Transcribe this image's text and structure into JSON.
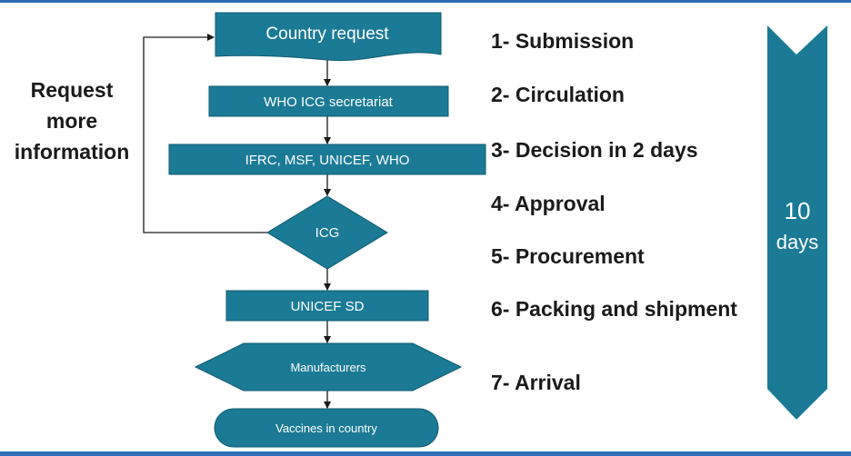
{
  "flowchart": {
    "nodes": {
      "country_request": "Country request",
      "who_icg_secretariat": "WHO ICG secretariat",
      "partners": "IFRC, MSF, UNICEF, WHO",
      "icg": "ICG",
      "unicef_sd": "UNICEF SD",
      "manufacturers": "Manufacturers",
      "vaccines_in_country": "Vaccines in country"
    },
    "feedback_label": {
      "line1": "Request",
      "line2": "more",
      "line3": "information"
    }
  },
  "steps": [
    "1- Submission",
    "2- Circulation",
    "3- Decision in 2 days",
    "4- Approval",
    "5- Procurement",
    "6- Packing and shipment",
    "7- Arrival"
  ],
  "timeline": {
    "value": "10",
    "unit": "days"
  },
  "colors": {
    "shape_fill": "#1b7b96",
    "shape_border": "#0f5a70",
    "timeline_fill": "#1b7b96",
    "frame": "#2e6fb8"
  }
}
